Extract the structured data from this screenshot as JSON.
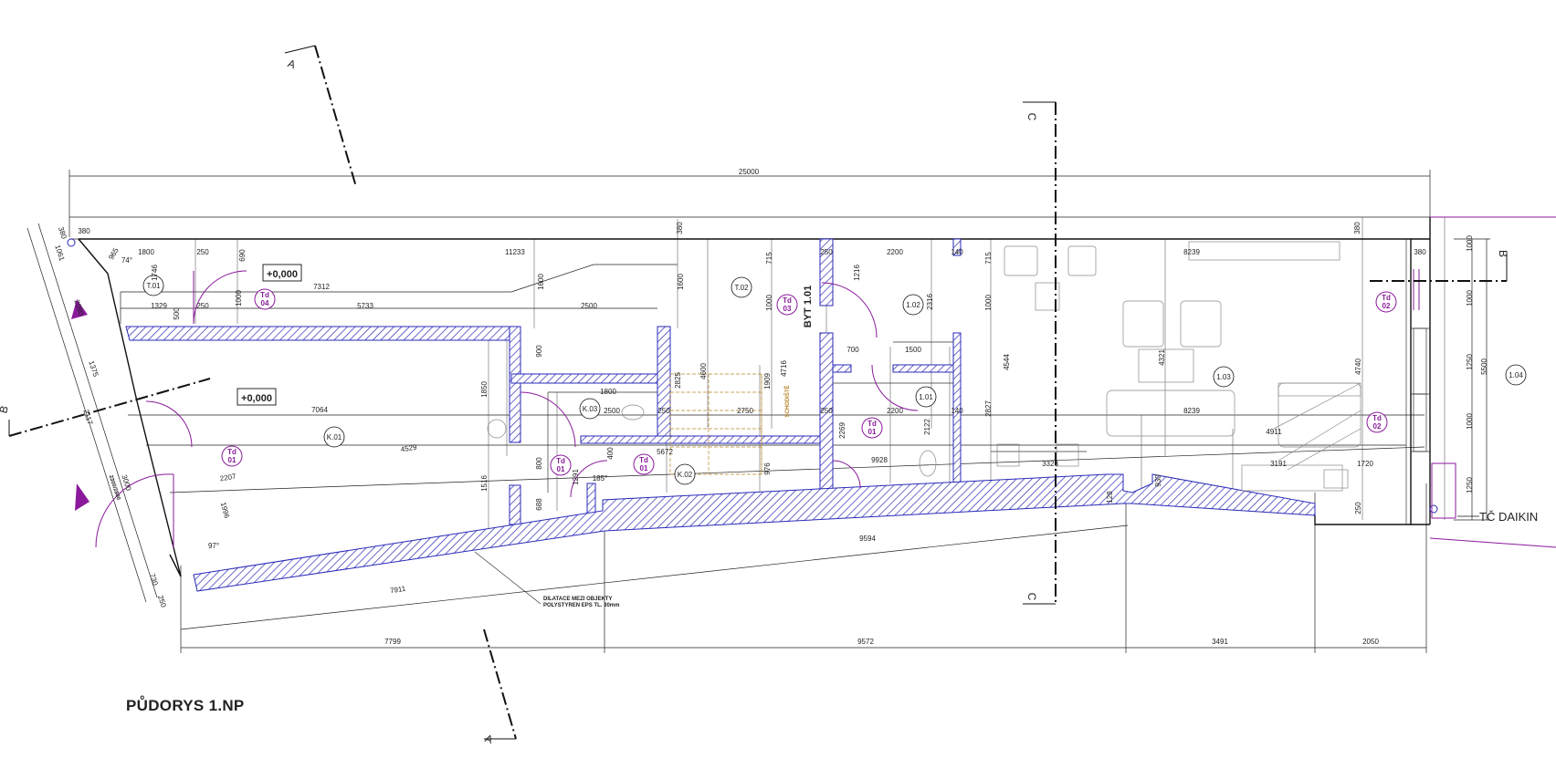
{
  "title": "PŮDORYS 1.NP",
  "colors": {
    "wall": "#2a2ab8",
    "line": "#222222",
    "door": "#8a1a9b",
    "stair": "#b8862a"
  },
  "dims_top": {
    "overall": "25000",
    "d380a": "380",
    "d1800": "1800",
    "d250a": "250",
    "d690": "690",
    "d11233": "11233",
    "d380b": "380",
    "d715a": "715",
    "d250b": "250",
    "d2200a": "2200",
    "d140a": "140",
    "d715b": "715",
    "d8239a": "8239",
    "d380c": "380",
    "d380d": "380",
    "d7312": "7312",
    "d1329": "1329",
    "d250c": "250",
    "d5733": "5733",
    "d2500a": "2500",
    "d500": "500",
    "d1000a": "1000",
    "d1600a": "1600",
    "d1600b": "1600",
    "d1000b": "1000",
    "d1000c": "1000",
    "d1216": "1216",
    "d2316": "2316",
    "d1746": "1746",
    "d965": "965"
  },
  "dims_mid": {
    "d7064": "7064",
    "d1800b": "1800",
    "d2500b": "2500",
    "d250d": "250",
    "d2750": "2750",
    "d250e": "250",
    "d2200b": "2200",
    "d140b": "140",
    "d8239b": "8239",
    "d700": "700",
    "d1500": "1500",
    "d4911": "4911",
    "d3191": "3191",
    "d1720": "1720",
    "d4529": "4529",
    "d2207": "2207",
    "d1996": "1996",
    "d5672": "5672",
    "d9928": "9928",
    "d3328": "3328",
    "d1850": "1850",
    "d900": "900",
    "d1516": "1516",
    "d688": "688",
    "d800": "800",
    "d1291": "1291",
    "d400": "400",
    "d2825": "2825",
    "d4600": "4600",
    "d1909": "1909",
    "d4716": "4716",
    "d976": "976",
    "d2269": "2269",
    "d2122": "2122",
    "d2827": "2827",
    "d4544": "4544",
    "d4321": "4321",
    "d4740": "4740",
    "d5500": "5500",
    "d1000d": "1000",
    "d1250a": "1250",
    "d1000e": "1000",
    "d1250b": "1250",
    "d1000f": "1000",
    "d250f": "250",
    "d930": "930",
    "d128": "128",
    "a97": "97°",
    "a185": "185°",
    "a74": "74°"
  },
  "dims_bottom": {
    "d7911": "7911",
    "d9594": "9594",
    "d7799": "7799",
    "d9572": "9572",
    "d3491": "3491",
    "d2050": "2050"
  },
  "dims_left": {
    "d1061": "1061",
    "d380e": "380",
    "d2080": "2080",
    "d1375": "1375",
    "d2117": "2117",
    "d3000": "3000",
    "d2800": "2300/2800",
    "d730": "730",
    "d250g": "250"
  },
  "levels": {
    "upper": "+0,000",
    "lower": "+0,000"
  },
  "rooms": {
    "t01": "T.01",
    "t02": "T.02",
    "k01": "K.01",
    "k02": "K.02",
    "k03": "K.03",
    "r101": "1.01",
    "r102": "1.02",
    "r103": "1.03",
    "r104": "1.04",
    "byt": "BYT 1.01"
  },
  "doors": {
    "td04": [
      "Td",
      "04"
    ],
    "td03": [
      "Td",
      "03"
    ],
    "td02a": [
      "Td",
      "02"
    ],
    "td02b": [
      "Td",
      "02"
    ],
    "td01a": [
      "Td",
      "01"
    ],
    "td01b": [
      "Td",
      "01"
    ],
    "td01c": [
      "Td",
      "01"
    ],
    "td01d": [
      "Td",
      "01"
    ]
  },
  "sections": {
    "a": "A",
    "b": "B",
    "c": "C"
  },
  "note": [
    "DILATACE MEZI OBJEKTY",
    "POLYSTYREN EPS TL. 30mm"
  ],
  "stair_label": "SCHODIŠTĚ",
  "ac_unit": "TČ DAIKIN"
}
